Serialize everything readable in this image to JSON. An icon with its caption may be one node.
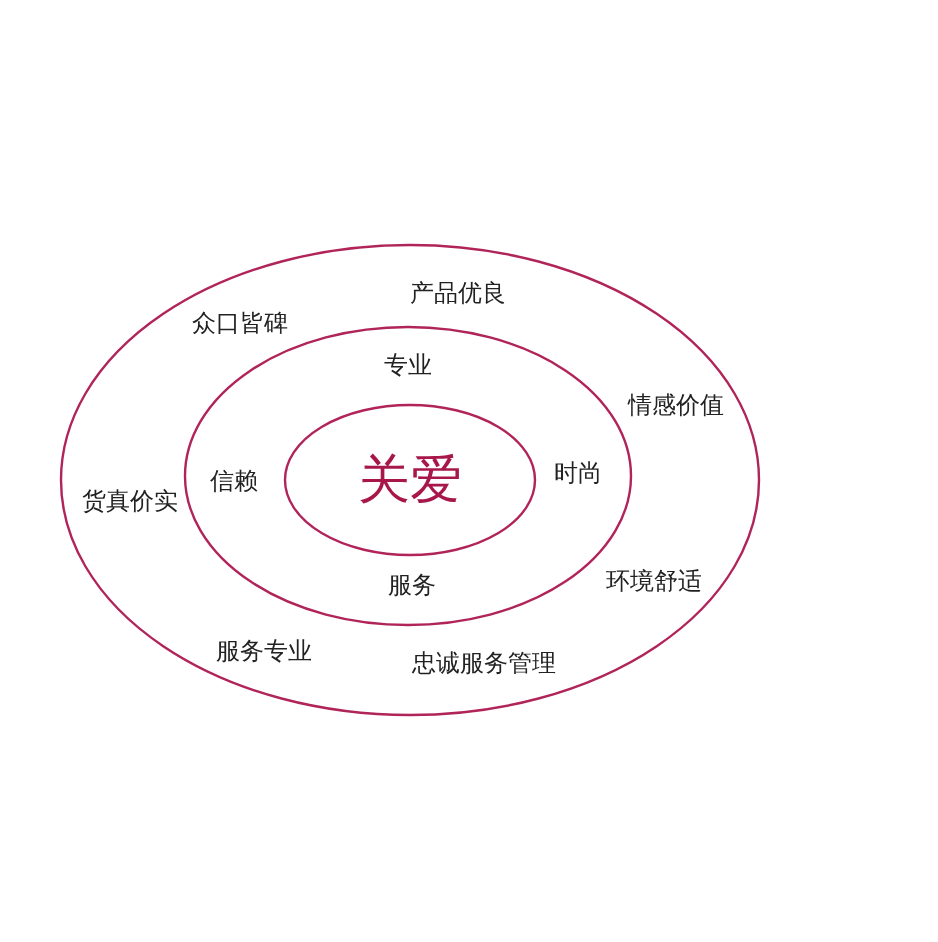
{
  "diagram": {
    "nodes": [
      {
        "text": [
          "产品优良",
          "众口皆碑",
          "情感价值",
          "货真价实",
          "环境舒适",
          "服务专业",
          "忠诚服务管理"
        ]
      },
      {
        "text": [
          "专业",
          "信赖",
          "时尚",
          "服务"
        ],
        "in": 0
      },
      {
        "text": [
          "关爱"
        ],
        "in": 1
      }
    ]
  }
}
